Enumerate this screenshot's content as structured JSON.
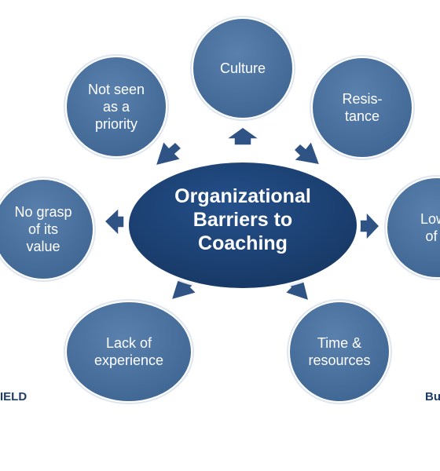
{
  "diagram": {
    "center": {
      "lines": [
        "Organizational",
        "Barriers to",
        "Coaching"
      ]
    },
    "nodes": [
      {
        "id": "culture",
        "lines": [
          "Culture"
        ]
      },
      {
        "id": "resistance",
        "lines": [
          "Resis-",
          "tance"
        ]
      },
      {
        "id": "low-level",
        "lines": [
          "Low l",
          "of s"
        ]
      },
      {
        "id": "time-resources",
        "lines": [
          "Time &",
          "resources"
        ]
      },
      {
        "id": "lack-experience",
        "lines": [
          "Lack of",
          "experience"
        ]
      },
      {
        "id": "no-grasp",
        "lines": [
          "No grasp",
          "of its",
          "value"
        ]
      },
      {
        "id": "not-priority",
        "lines": [
          "Not seen",
          "as a",
          "priority"
        ]
      }
    ],
    "colors": {
      "node_fill": "#4b709e",
      "center_fill": "#1c4070",
      "arrow_fill": "#2e5384",
      "text": "#ffffff",
      "edge_text": "#1f3b66"
    }
  },
  "edge_text": {
    "left": "IELD",
    "right": "Bu"
  }
}
